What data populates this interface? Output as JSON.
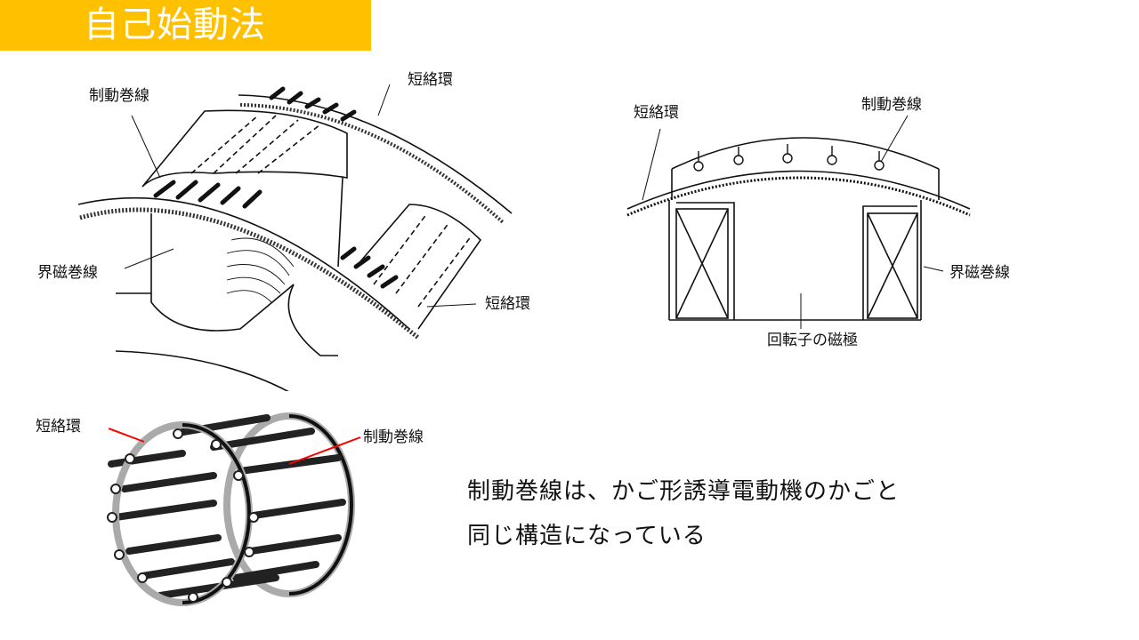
{
  "slide": {
    "title": "自己始動法",
    "title_bg_color": "#FFC000"
  },
  "figure_perspective": {
    "labels": {
      "damper_winding": "制動巻線",
      "short_ring_top": "短絡環",
      "field_winding": "界磁巻線",
      "short_ring_bottom": "短絡環"
    }
  },
  "figure_section": {
    "labels": {
      "short_ring": "短絡環",
      "damper_winding": "制動巻線",
      "field_winding": "界磁巻線",
      "rotor_pole": "回転子の磁極"
    }
  },
  "figure_cage": {
    "labels": {
      "short_ring": "短絡環",
      "damper_winding": "制動巻線"
    },
    "leader_color": "#FF0000"
  },
  "body": {
    "line1": "制動巻線は、かご形誘導電動機のかごと",
    "line2": "同じ構造になっている"
  }
}
